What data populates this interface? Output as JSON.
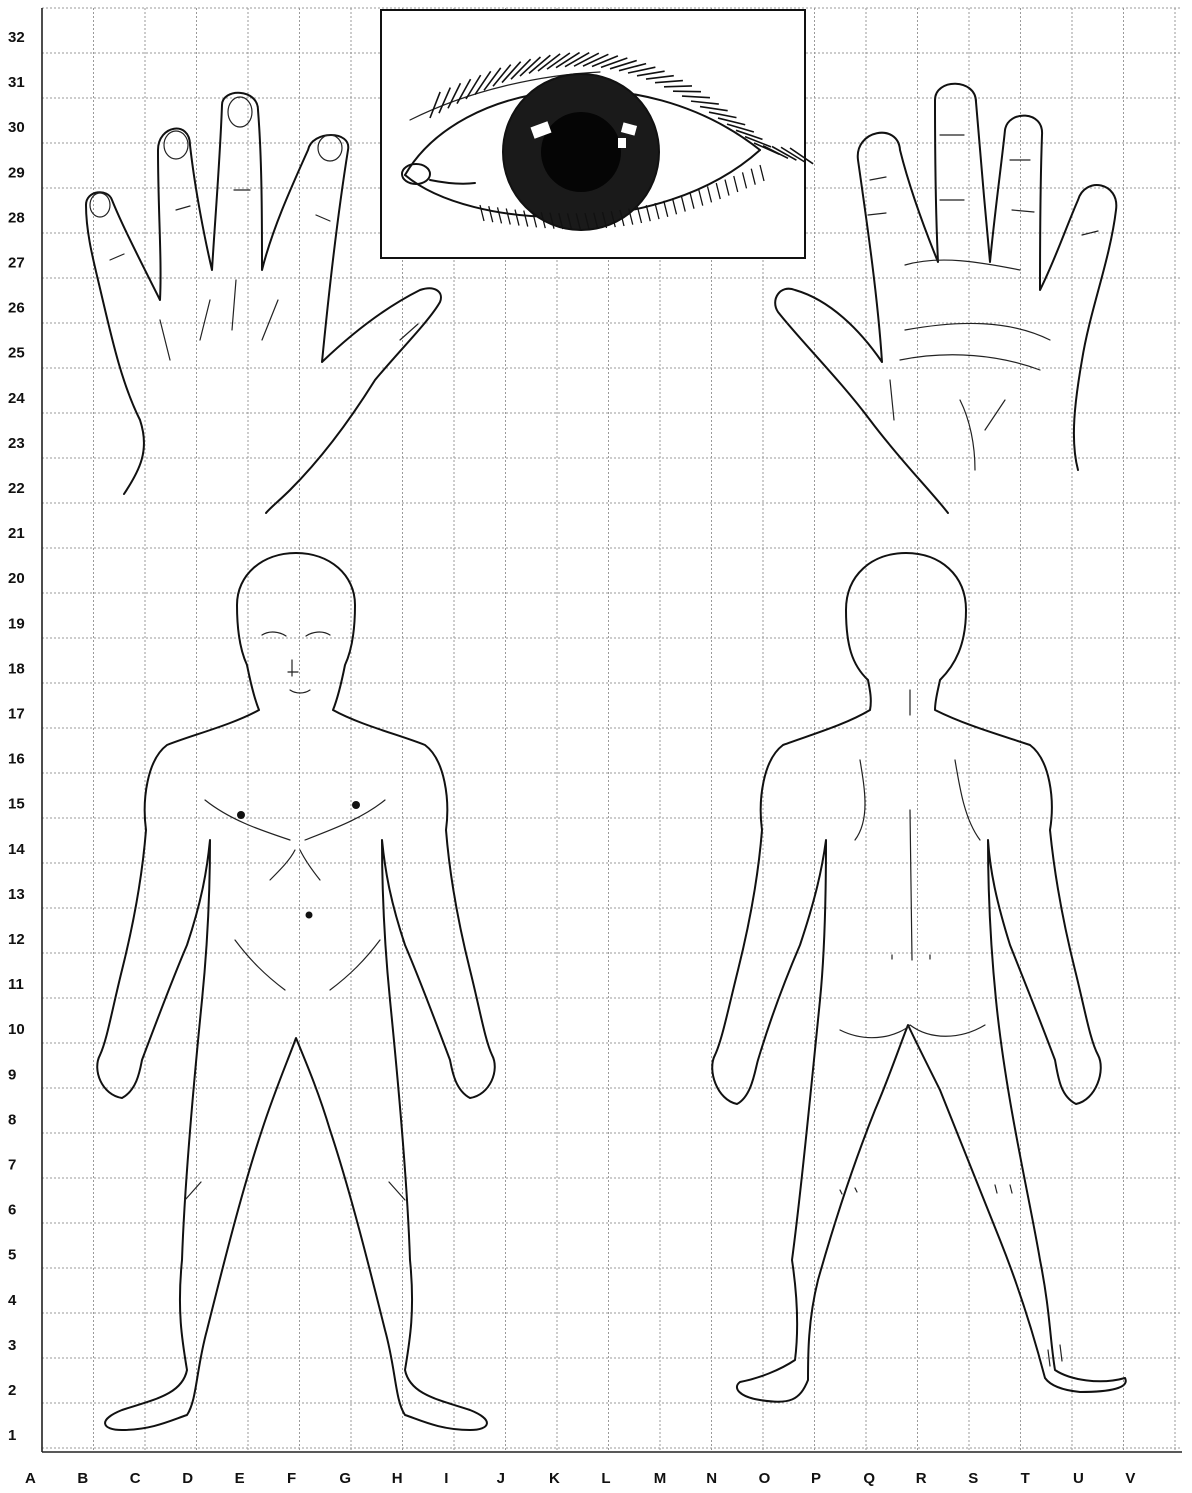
{
  "grid": {
    "column_labels": [
      "A",
      "B",
      "C",
      "D",
      "E",
      "F",
      "G",
      "H",
      "I",
      "J",
      "K",
      "L",
      "M",
      "N",
      "O",
      "P",
      "Q",
      "R",
      "S",
      "T",
      "U",
      "V"
    ],
    "row_labels": [
      "32",
      "31",
      "30",
      "29",
      "28",
      "27",
      "26",
      "25",
      "24",
      "23",
      "22",
      "21",
      "20",
      "19",
      "18",
      "17",
      "16",
      "15",
      "14",
      "13",
      "12",
      "11",
      "10",
      "9",
      "8",
      "7",
      "6",
      "5",
      "4",
      "3",
      "2",
      "1"
    ]
  },
  "figures": {
    "eye": "eye-illustration",
    "left_hand": "hand-back-illustration",
    "right_hand": "hand-palm-illustration",
    "body_front": "body-front-illustration",
    "body_back": "body-back-illustration"
  },
  "colors": {
    "line": "#111111",
    "grid": "#9a9a9a",
    "background": "#ffffff"
  }
}
